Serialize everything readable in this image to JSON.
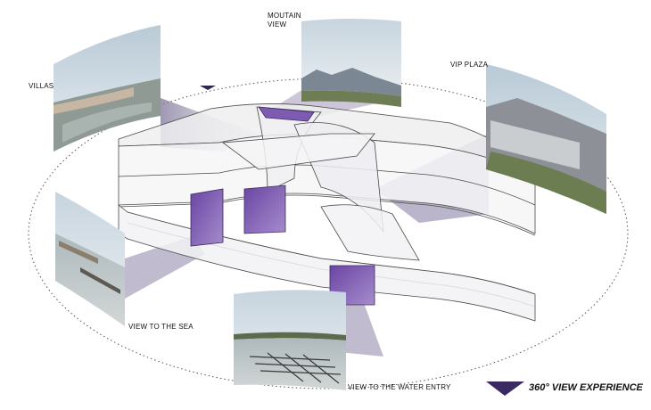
{
  "labels": {
    "villas": "VILLAS",
    "mountain_line1": "MOUTAIN",
    "mountain_line2": "VIEW",
    "vip_plaza": "VIP PLAZA",
    "sea": "VIEW TO THE SEA",
    "water_entry": "VIEW TO THE WATER ENTRY"
  },
  "legend": {
    "text": "360° VIEW EXPERIENCE",
    "icon": "view-cone-triangle-icon"
  },
  "colors": {
    "accent_purple": "#5a3d86",
    "cone_fill": "#8e84a8",
    "void_purple": "#7b55b0",
    "outline": "#4a4a4a"
  }
}
